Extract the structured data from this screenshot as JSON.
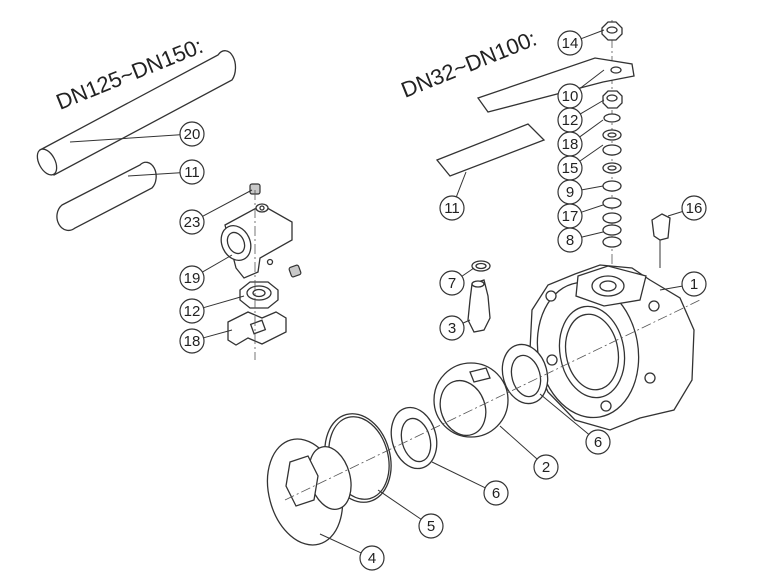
{
  "variants": {
    "large": "DN125~DN150:",
    "small": "DN32~DN100:"
  },
  "callouts": {
    "c20": "20",
    "c11a": "11",
    "c23": "23",
    "c19": "19",
    "c12a": "12",
    "c18a": "18",
    "c14": "14",
    "c10": "10",
    "c12b": "12",
    "c18b": "18",
    "c15": "15",
    "c9": "9",
    "c17": "17",
    "c8": "8",
    "c11b": "11",
    "c16": "16",
    "c7": "7",
    "c3": "3",
    "c1": "1",
    "c6a": "6",
    "c2": "2",
    "c6b": "6",
    "c5": "5",
    "c4": "4"
  }
}
